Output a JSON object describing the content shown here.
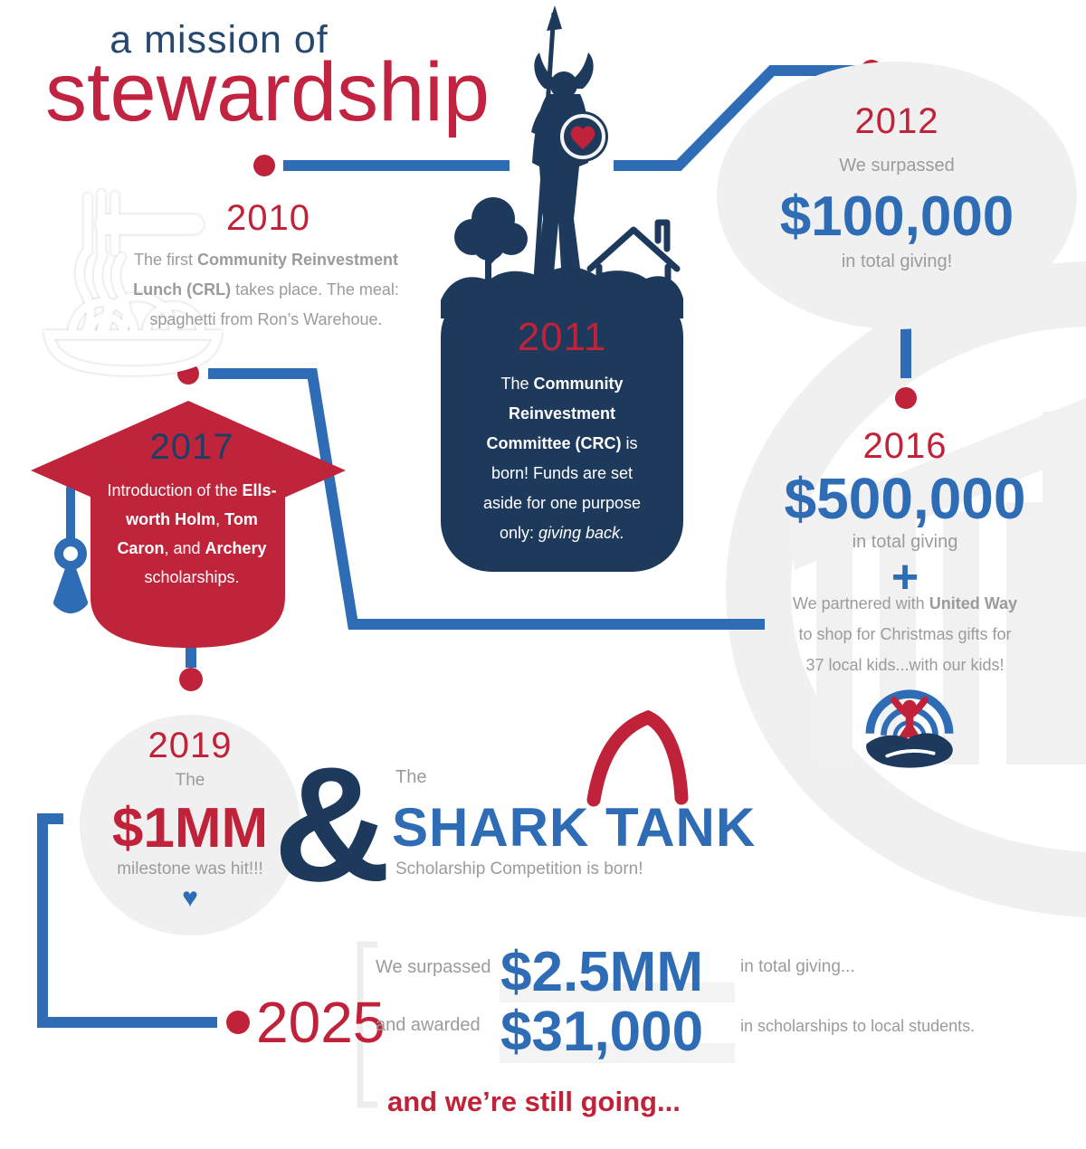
{
  "palette": {
    "red": "#c02239",
    "navy": "#1d3a5c",
    "blue": "#2e6db5",
    "gray": "#9b9b9b",
    "light_gray": "#f0f0f0",
    "white": "#ffffff"
  },
  "title": {
    "line1": "a mission of",
    "line2": "stewardship"
  },
  "icons": [
    "spaghetti-fork-icon",
    "viking-statue-icon",
    "tree-icon",
    "house-icon",
    "graduation-cap-icon",
    "tassel-icon",
    "bank-building-icon",
    "arc-ring-decoration",
    "united-way-icon",
    "heart-icon",
    "shark-fin-icon"
  ],
  "milestones": {
    "m2010": {
      "year": "2010",
      "lines": [
        [
          {
            "t": "The first "
          },
          {
            "t": "Community Reinvestment",
            "b": true
          }
        ],
        [
          {
            "t": "Lunch (CRL)",
            "b": true
          },
          {
            "t": " takes place. The meal:"
          }
        ],
        [
          {
            "t": "spaghetti from Ron’s Warehoue."
          }
        ]
      ]
    },
    "m2011": {
      "year": "2011",
      "lines": [
        [
          {
            "t": "The "
          },
          {
            "t": "Community",
            "b": true
          }
        ],
        [
          {
            "t": "Reinvestment",
            "b": true
          }
        ],
        [
          {
            "t": "Committee (CRC)",
            "b": true
          },
          {
            "t": " is"
          }
        ],
        [
          {
            "t": "born! Funds are set"
          }
        ],
        [
          {
            "t": "aside for one purpose"
          }
        ],
        [
          {
            "t": "only: "
          },
          {
            "t": "giving back.",
            "i": true
          }
        ]
      ]
    },
    "m2012": {
      "year": "2012",
      "intro": "We surpassed",
      "amount": "$100,000",
      "outro": "in total giving!"
    },
    "m2016": {
      "year": "2016",
      "amount": "$500,000",
      "sub": "in total giving",
      "plus": "+",
      "lines": [
        [
          {
            "t": "We partnered with "
          },
          {
            "t": "United Way",
            "b": true
          }
        ],
        [
          {
            "t": "to shop for Christmas gifts for"
          }
        ],
        [
          {
            "t": "37 local kids...with our kids!"
          }
        ]
      ]
    },
    "m2017": {
      "year": "2017",
      "lines": [
        [
          {
            "t": "Introduction of the "
          },
          {
            "t": "Ells-",
            "b": true
          }
        ],
        [
          {
            "t": "worth Holm",
            "b": true
          },
          {
            "t": ", "
          },
          {
            "t": "Tom",
            "b": true
          }
        ],
        [
          {
            "t": "Caron",
            "b": true
          },
          {
            "t": ", and "
          },
          {
            "t": "Archery",
            "b": true
          }
        ],
        [
          {
            "t": "scholarships."
          }
        ]
      ]
    },
    "m2019": {
      "year": "2019",
      "pre": "The",
      "amount": "$1MM",
      "post": "milestone was hit!!!",
      "heart": "♥"
    },
    "shark": {
      "amp": "&",
      "pre": "The",
      "title": "SHARK TANK",
      "sub": "Scholarship Competition is born!"
    },
    "m2025": {
      "year": "2025",
      "rows": [
        {
          "label": "We surpassed",
          "amount": "$2.5MM",
          "suffix": "in total giving..."
        },
        {
          "label": "and awarded",
          "amount": "$31,000",
          "suffix": "in scholarships to local students."
        }
      ],
      "footer": "and we’re still going..."
    }
  }
}
